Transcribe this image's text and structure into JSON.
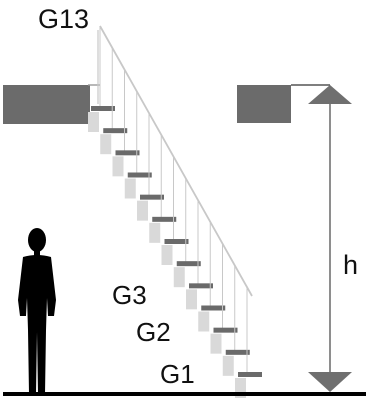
{
  "labels": {
    "top_step": "G13",
    "step_3": "G3",
    "step_2": "G2",
    "step_1": "G1",
    "height": "h"
  },
  "step_count": 13,
  "colors": {
    "slab": "#6b6b6b",
    "tread": "#6a6a6a",
    "riser": "#d9d9d9",
    "rail": "#c8c8c8",
    "ground": "#000000",
    "figure": "#000000",
    "dimension": "#6f6f6f"
  },
  "icons": {
    "person": "person-silhouette-icon",
    "arrow_up": "triangle-up-icon",
    "arrow_down": "triangle-down-icon"
  }
}
